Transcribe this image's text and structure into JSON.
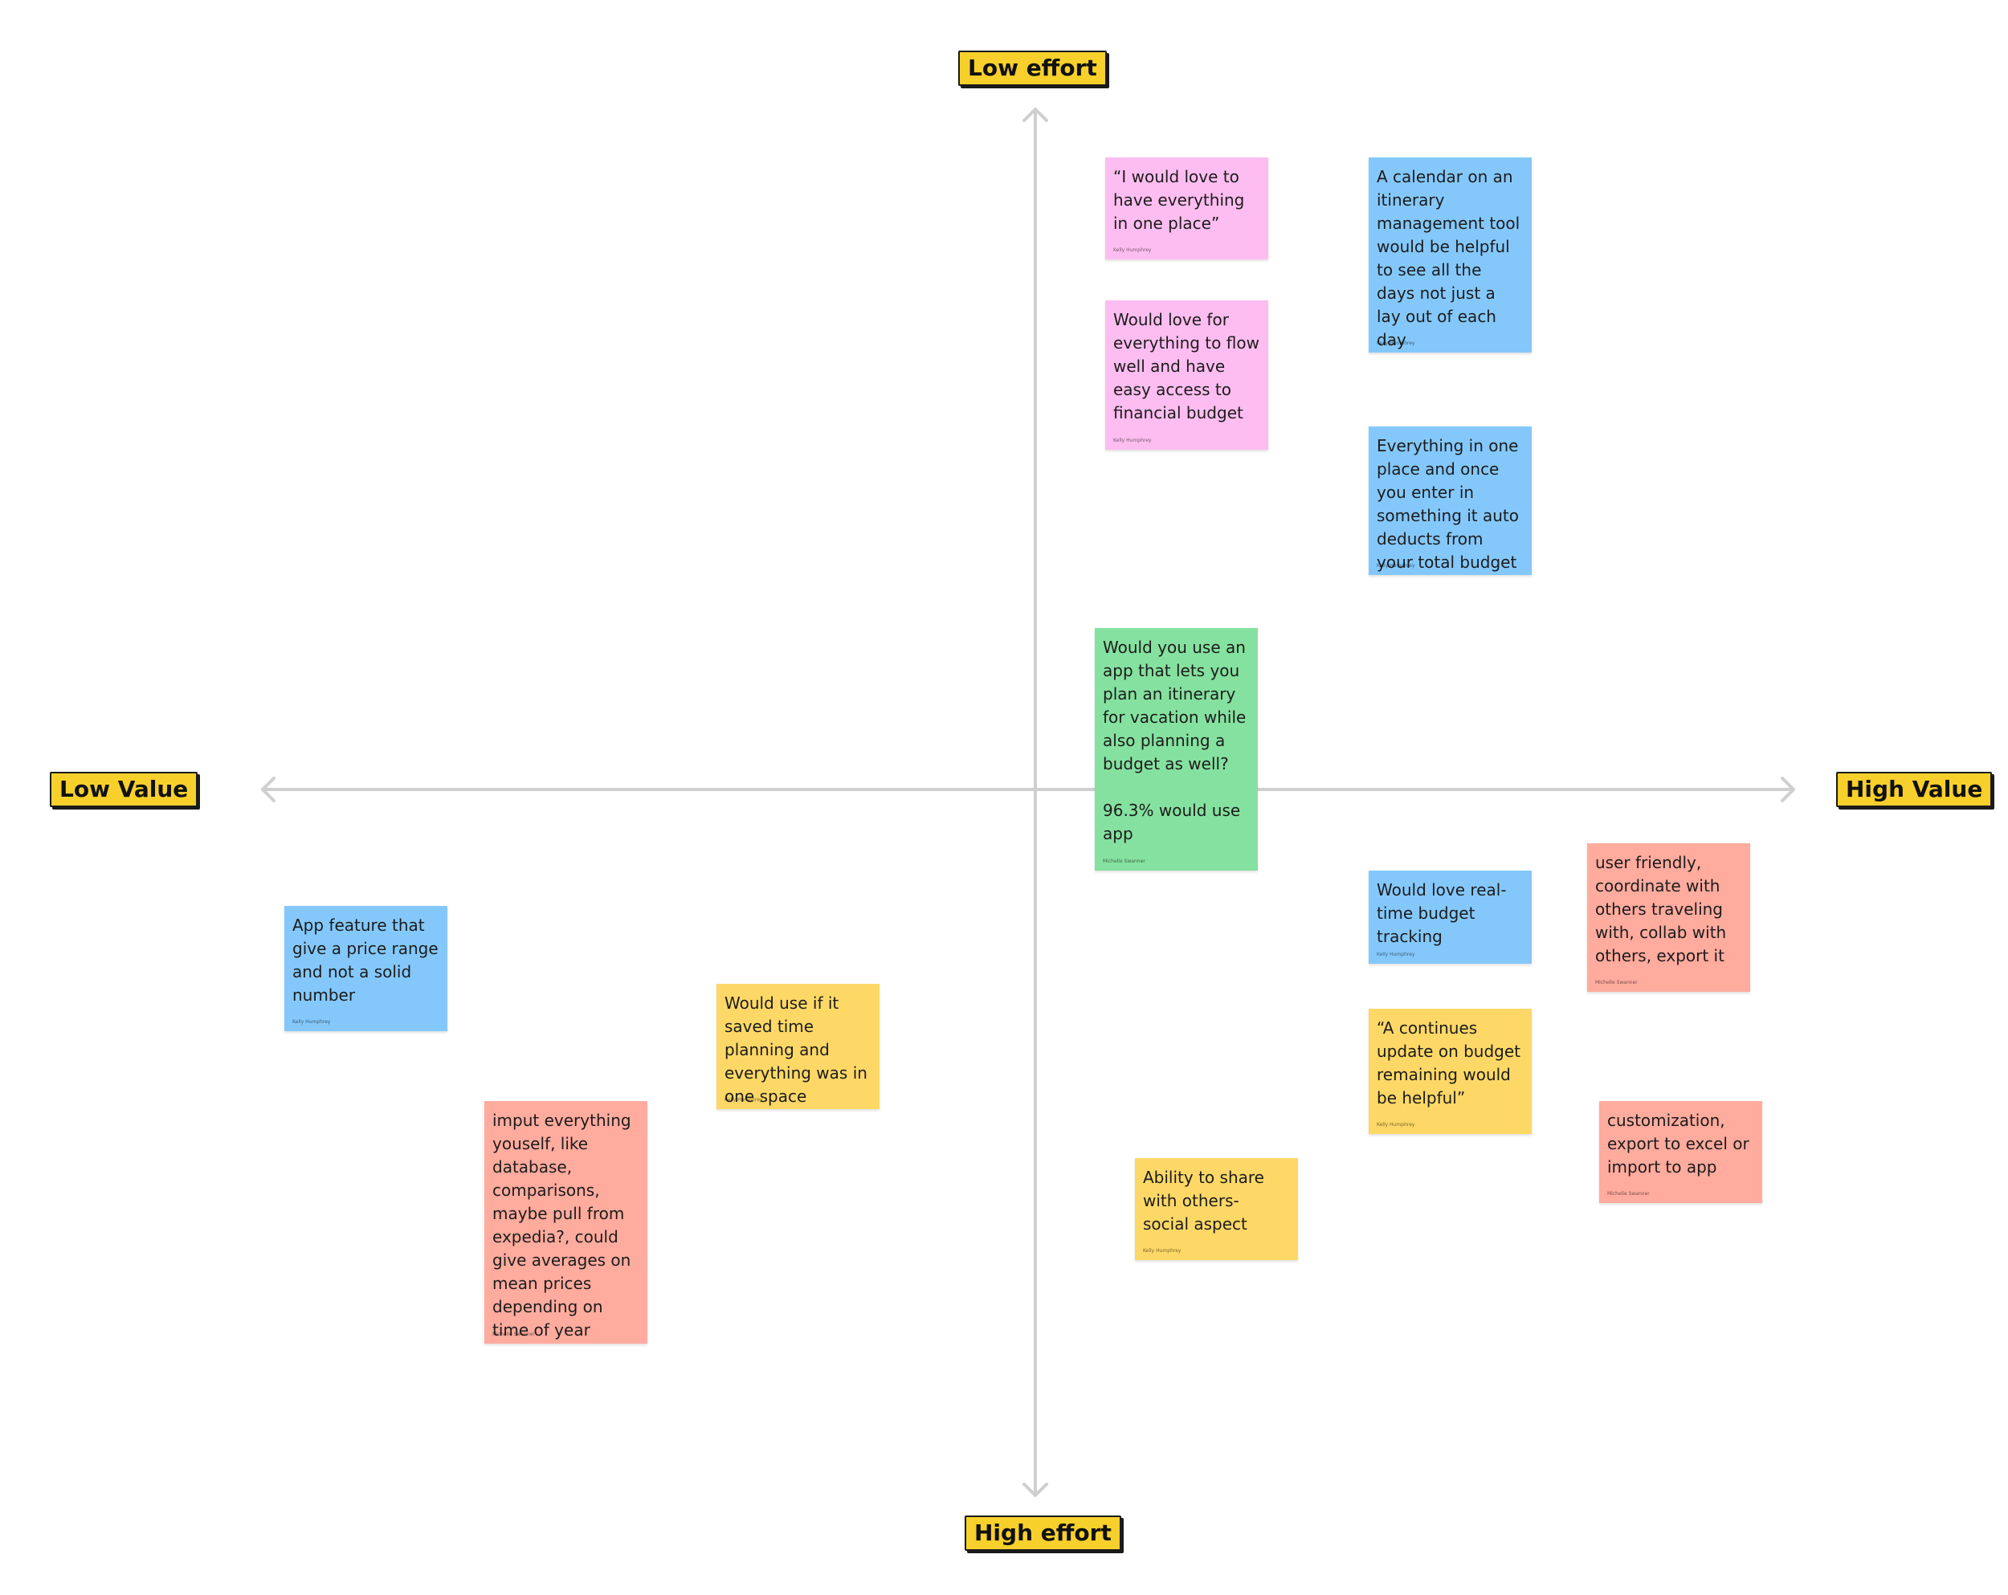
{
  "axis_labels": {
    "top": "Low effort",
    "bottom": "High effort",
    "left": "Low Value",
    "right": "High Value"
  },
  "colors": {
    "pink": "#fdbdf0",
    "blue": "#84c8fb",
    "green": "#85e19f",
    "salmon": "#ffab9e",
    "yellow": "#fdd866",
    "label": "#f7d02c",
    "axis": "#cfcfcf"
  },
  "notes": [
    {
      "text": "“I would love to have everything in one place”",
      "author": "Kelly Humphrey",
      "color": "pink"
    },
    {
      "text": "Would love for everything to flow well and have easy access to financial budget",
      "author": "Kelly Humphrey",
      "color": "pink"
    },
    {
      "text": "A calendar on an itinerary management tool would be helpful to see all the days not just a lay out of each day",
      "author": "Kelly Humphrey",
      "color": "blue"
    },
    {
      "text": "Everything in one place and once you enter in something it auto deducts from your total budget",
      "author": "Kelly Humphrey",
      "color": "blue"
    },
    {
      "text": "Would you use an app that lets you plan an itinerary for vacation while also planning a budget as well?\n\n96.3% would use app",
      "author": "Michelle Swanner",
      "color": "green"
    },
    {
      "text": "Would love real-time budget tracking",
      "author": "Kelly Humphrey",
      "color": "blue"
    },
    {
      "text": "user friendly, coordinate with others traveling with, collab with others, export it",
      "author": "Michelle Swanner",
      "color": "salmon"
    },
    {
      "text": "App feature that give a price range and not a solid number",
      "author": "Kelly Humphrey",
      "color": "blue"
    },
    {
      "text": "Would use if it saved time planning and everything was in one space",
      "author": "Kelly Humphrey",
      "color": "yellow"
    },
    {
      "text": "“A continues update on budget remaining would be helpful”",
      "author": "Kelly Humphrey",
      "color": "yellow"
    },
    {
      "text": "customization, export to excel or import to app",
      "author": "Michelle Swanner",
      "color": "salmon"
    },
    {
      "text": "imput everything youself, like database, comparisons, maybe pull from expedia?, could give averages on mean prices depending on time of year",
      "author": "Michelle Swanner",
      "color": "salmon"
    },
    {
      "text": "Ability to share with others- social aspect",
      "author": "Kelly Humphrey",
      "color": "yellow"
    }
  ]
}
